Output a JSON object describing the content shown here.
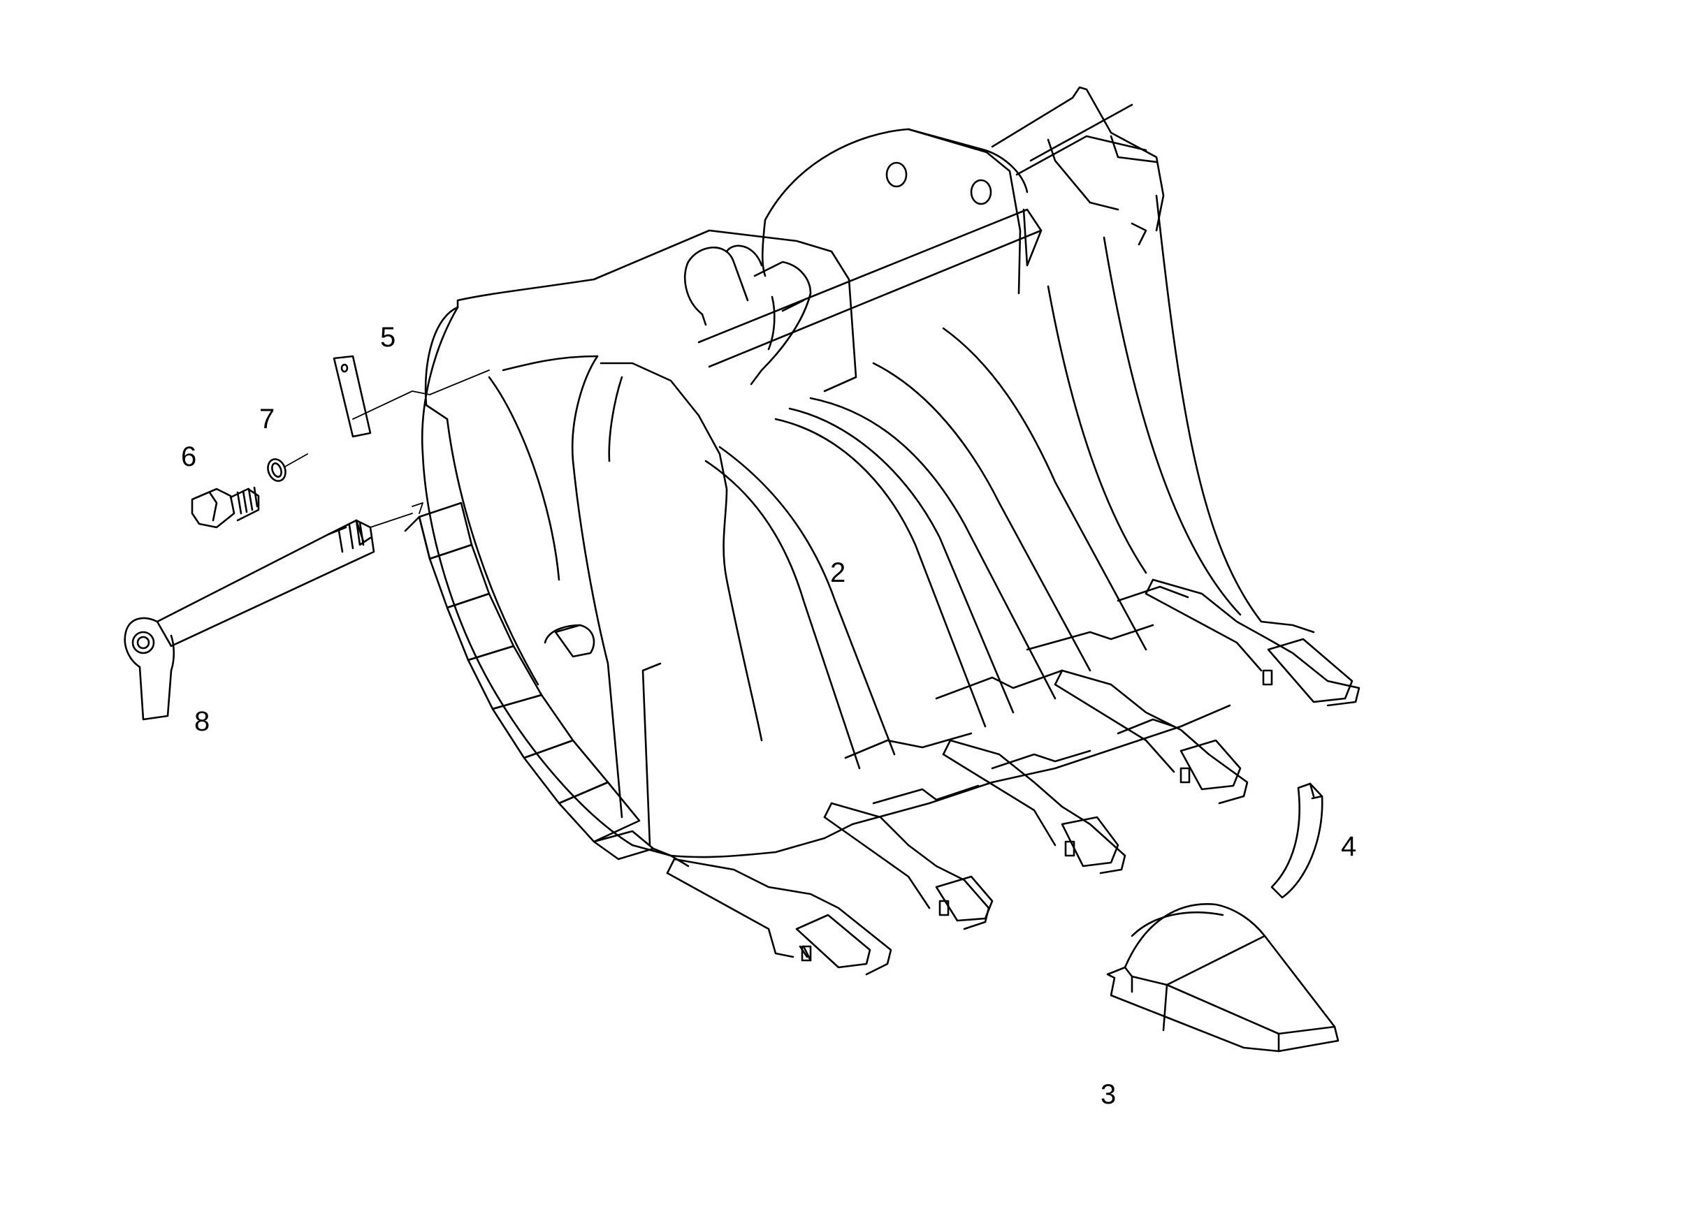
{
  "diagram": {
    "type": "exploded parts view",
    "line_color": "#000000",
    "background": "#ffffff",
    "parts": [
      {
        "callout": "2",
        "icon": "bucket-body"
      },
      {
        "callout": "3",
        "icon": "tooth-tip"
      },
      {
        "callout": "4",
        "icon": "lock-wedge"
      },
      {
        "callout": "5",
        "icon": "locking-plate"
      },
      {
        "callout": "6",
        "icon": "hex-bolt"
      },
      {
        "callout": "7",
        "icon": "washer"
      },
      {
        "callout": "8",
        "icon": "pivot-pin"
      }
    ]
  }
}
